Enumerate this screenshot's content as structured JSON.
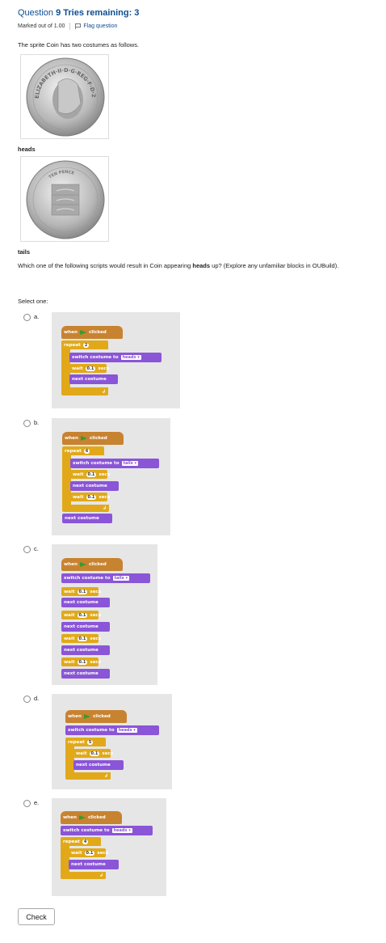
{
  "question": {
    "label": "Question",
    "number": "9",
    "tries": "Tries remaining: 3",
    "marked": "Marked out of 1.00",
    "flag": "Flag question"
  },
  "stem": "The sprite Coin has two costumes as follows.",
  "costumes": [
    {
      "caption": "heads",
      "coin_text": "ELIZABETH·II·D·G·REG·F·D·2012"
    },
    {
      "caption": "tails",
      "coin_text": "TEN PENCE"
    }
  ],
  "prompt": {
    "before": "Which one of the following scripts would result in Coin appearing ",
    "bold": "heads",
    "after": " up? (Explore any unfamiliar blocks in OUBuild)."
  },
  "select_one": "Select one:",
  "blocks": {
    "when": "when",
    "clicked": "clicked",
    "repeat": "repeat",
    "switch": "switch costume to",
    "wait": "wait",
    "secs": "secs",
    "next": "next costume",
    "wait_value": "0.1"
  },
  "options": [
    {
      "letter": "a.",
      "repeat": "2",
      "costume": "heads"
    },
    {
      "letter": "b.",
      "repeat": "6",
      "costume": "tails"
    },
    {
      "letter": "c.",
      "costume": "tails"
    },
    {
      "letter": "d.",
      "repeat": "5",
      "costume": "heads"
    },
    {
      "letter": "e.",
      "repeat": "4",
      "costume": "heads"
    }
  ],
  "check_button": "Check",
  "colors": {
    "title": "#0f4d92",
    "event": "#c88330",
    "control": "#e1a91a",
    "looks": "#8a55d7",
    "flag": "#3a9a2e",
    "panel": "#e6e6e6"
  },
  "icons": [
    "flag-icon",
    "green-flag-icon",
    "loop-arrow-icon",
    "dropdown-arrow-icon",
    "radio-button"
  ]
}
